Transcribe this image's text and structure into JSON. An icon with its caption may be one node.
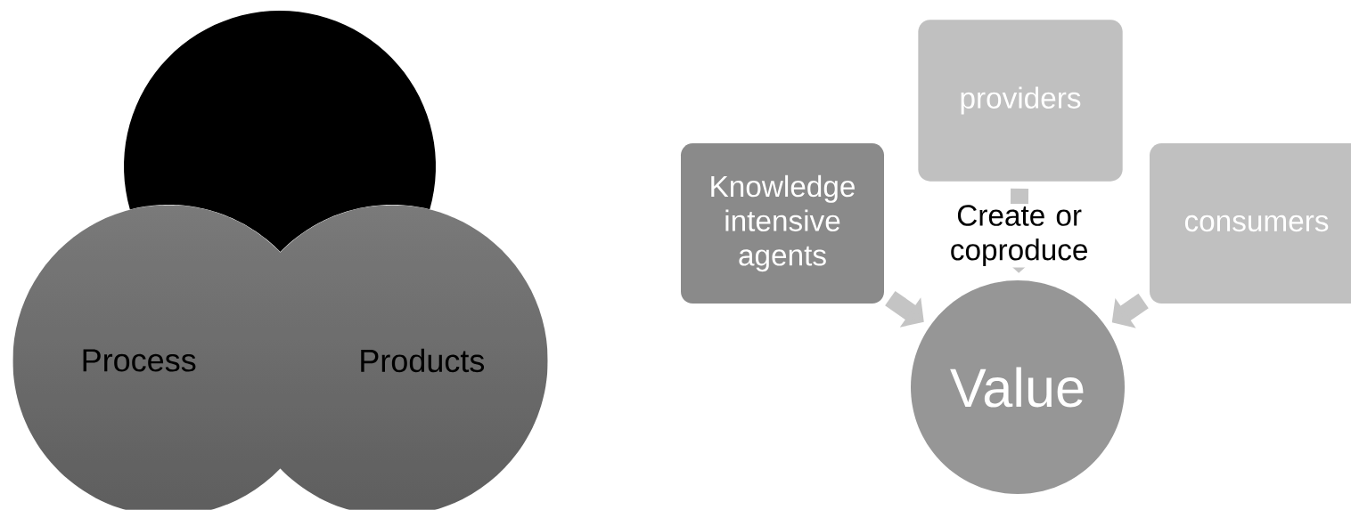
{
  "diagram": {
    "nodes": [
      {
        "text": [],
        "shape": "circle"
      },
      {
        "text": [
          "Process"
        ]
      },
      {
        "text": [
          "Products"
        ]
      },
      {
        "text": [
          "Knowledge intensive agents"
        ]
      },
      {
        "text": [
          "providers"
        ]
      },
      {
        "text": [
          "consumers"
        ]
      },
      {
        "text": [
          "Value"
        ]
      }
    ],
    "edges": [
      {
        "from": 3,
        "to": 6,
        "arrow": "to"
      },
      {
        "from": 4,
        "to": 6,
        "arrow": "to",
        "label": "Create or coproduce"
      },
      {
        "from": 5,
        "to": 6,
        "arrow": "to"
      }
    ]
  }
}
